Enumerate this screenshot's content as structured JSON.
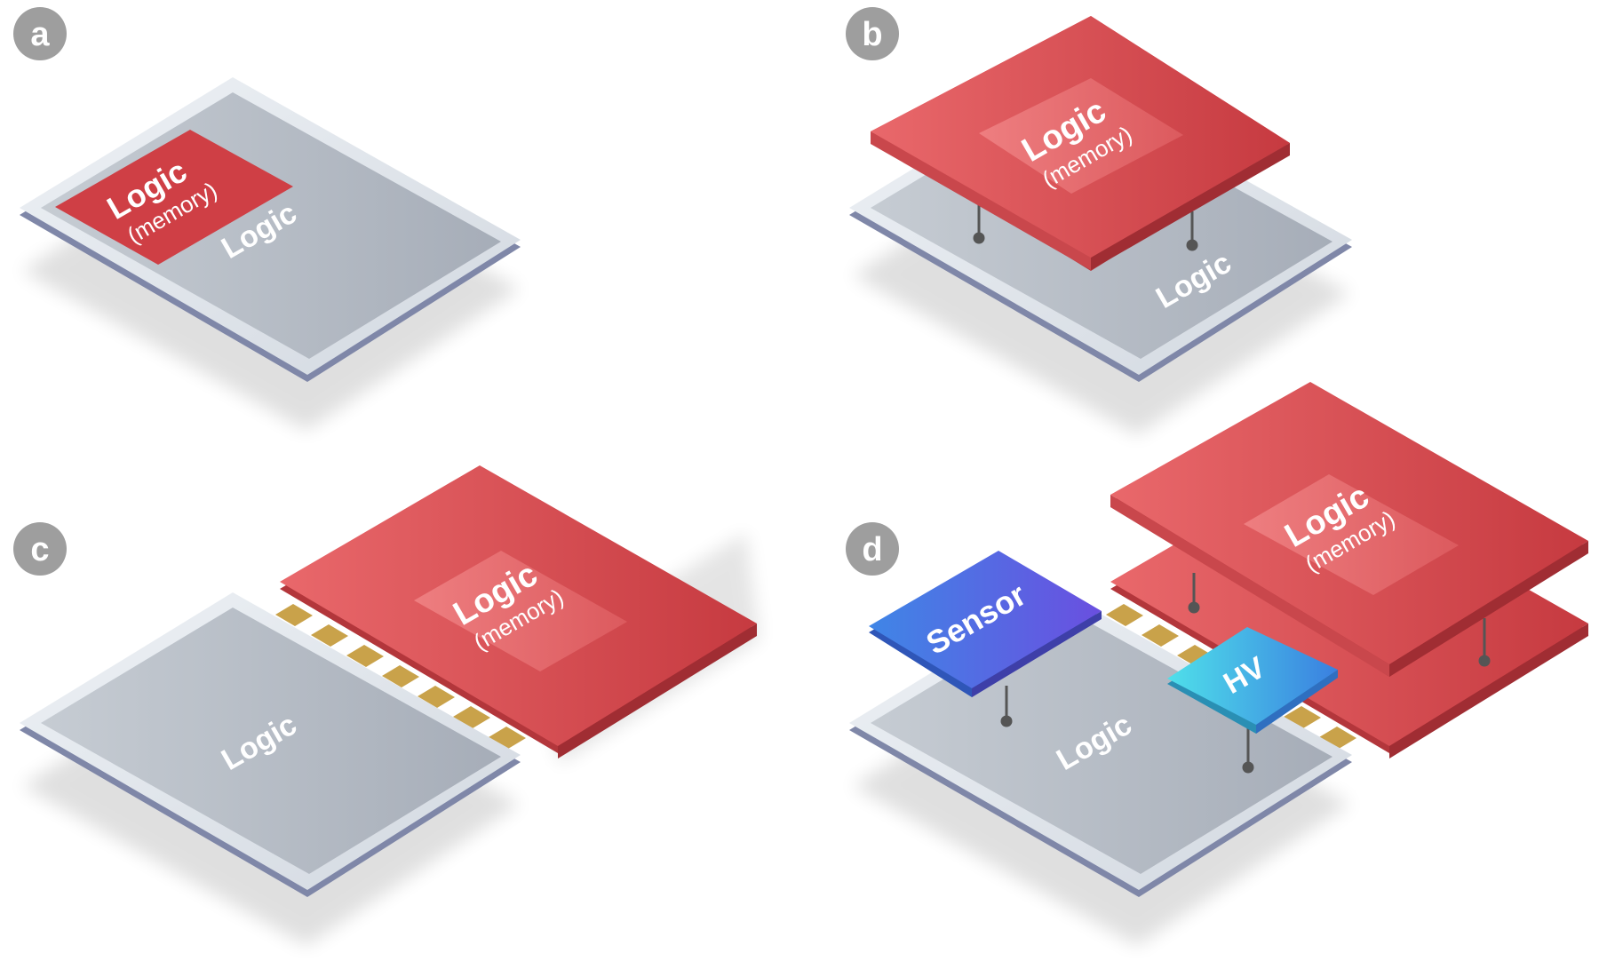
{
  "panels": [
    {
      "letter": "a"
    },
    {
      "letter": "b"
    },
    {
      "letter": "c"
    },
    {
      "letter": "d"
    }
  ],
  "labels": {
    "logic": "Logic",
    "memory": "(memory)",
    "sensor": "Sensor",
    "hv": "HV"
  },
  "colors": {
    "badge": "#9e9e9e",
    "logic_die": "#b8bec6",
    "memory_die": "#d9484e",
    "sensor_die": "#3a68e0",
    "hv_die": "#3ec8e0",
    "bond_pad": "#c9a24a"
  }
}
